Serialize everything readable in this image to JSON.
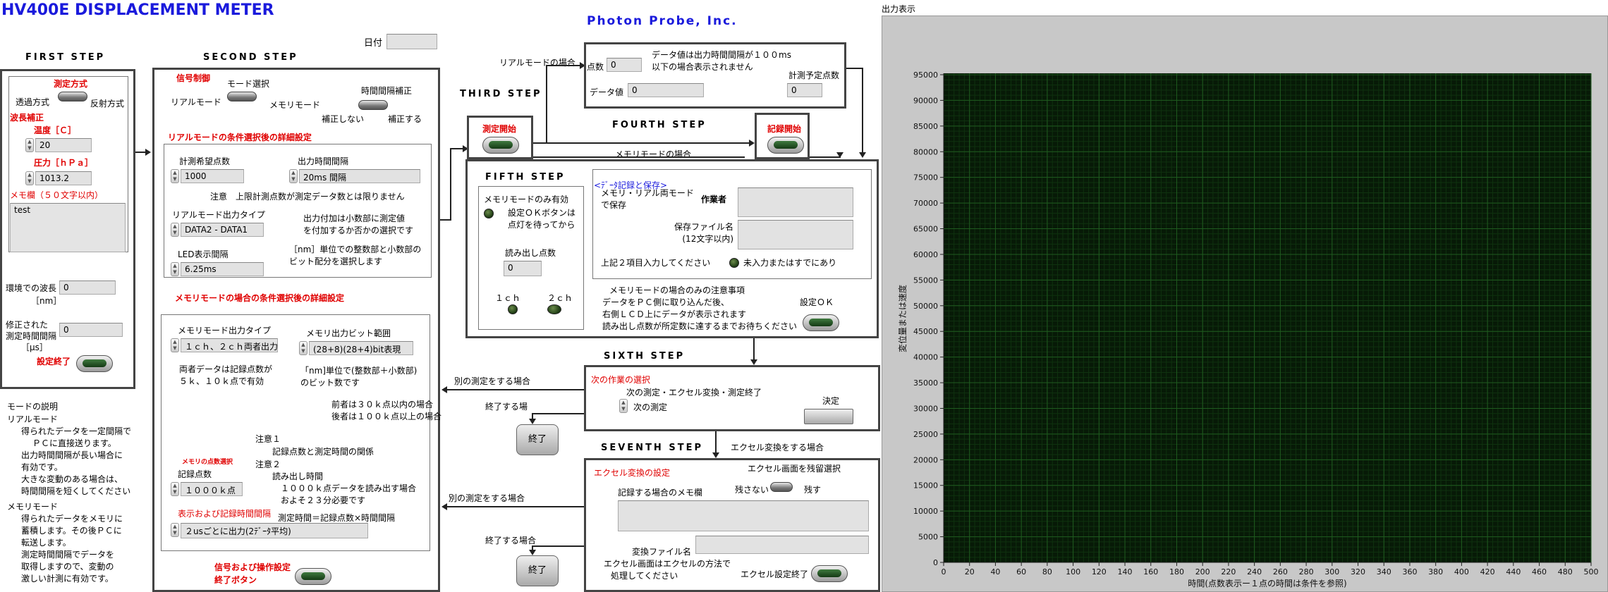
{
  "header": {
    "title": "HV400E  DISPLACEMENT METER",
    "company": "Photon  Probe,  Inc.",
    "date_label": "日付",
    "date_value": "",
    "output_label": "出力表示"
  },
  "colors": {
    "title_blue": "#1a1adc",
    "red": "#e00000",
    "plot_bg": "#071a07",
    "grid": "#1f5a1f"
  },
  "step1": {
    "heading": "FIRST  STEP",
    "method_title": "測定方式",
    "transmission": "透過方式",
    "reflection": "反射方式",
    "wavelength_correction": "波長補正",
    "temp_label": "温度［Ｃ］",
    "temp_value": "20",
    "pressure_label": "圧力［ｈＰａ］",
    "pressure_value": "1013.2",
    "memo_label": "メモ欄（５０文字以内）",
    "memo_value": "test",
    "env_wavelength_label": "環境での波長",
    "env_wavelength_unit": "［nm］",
    "env_wavelength_value": "0",
    "corrected_label1": "修正された",
    "corrected_label2": "測定時間間隔",
    "corrected_unit": "［μs］",
    "corrected_value": "0",
    "settings_done": "設定終了"
  },
  "mode_help": {
    "title": "モードの説明",
    "realmode": "リアルモード",
    "real_lines": [
      "得られたデータを一定間隔で",
      "ＰＣに直接送ります。",
      "出力時間間隔が長い場合に",
      "有効です。",
      "大きな変動のある場合は、",
      "時間間隔を短くしてください"
    ],
    "memorymode": "メモリモード",
    "mem_lines": [
      "得られたデータをメモリに",
      "蓄積します。その後ＰＣに",
      "転送します。",
      "測定時間間隔でデータを",
      "取得しますので、変動の",
      "激しい計測に有効です。"
    ]
  },
  "step2": {
    "heading": "SECOND  STEP",
    "signal_control": "信号制御",
    "mode_select": "モード選択",
    "realmode": "リアルモード",
    "memorymode": "メモリモード",
    "interval_correction": "時間間隔補正",
    "no_correction": "補正しない",
    "correction": "補正する",
    "real_detail_title": "リアルモードの条件選択後の詳細設定",
    "desired_points_label": "計測希望点数",
    "desired_points_value": "1000",
    "output_interval_label": "出力時間間隔",
    "output_interval_value": "20ms 間隔",
    "note": "注意　上限計測点数が測定データ数とは限りません",
    "real_output_type_label": "リアルモード出力タイプ",
    "real_output_type_value": "DATA2 - DATA1",
    "decimal_note": [
      "出力付加は小数部に測定値",
      "を付加するか否かの選択です"
    ],
    "led_interval_label": "LED表示間隔",
    "led_interval_value": "6.25ms",
    "nm_note": [
      "［nm］単位での整数部と小数部の",
      "ビット配分を選択します"
    ],
    "mem_detail_title": "メモリモードの場合の条件選択後の詳細設定",
    "mem_output_type_label": "メモリモード出力タイプ",
    "mem_output_type_value": "１ｃｈ、２ｃｈ両者出力",
    "mem_bit_range_label": "メモリ出力ビット範囲",
    "mem_bit_range_value": "(28+8)(28+4)bit表現",
    "both_note": [
      "両者データは記録点数が",
      "５ｋ、１０ｋ点で有効"
    ],
    "nm_bits_note": [
      "「nm]単位で(整数部＋小数部)",
      "のビット数です"
    ],
    "range_note": [
      "前者は３０ｋ点以内の場合",
      "後者は１００ｋ点以上の場合"
    ],
    "note1_title": "注意１",
    "note1_text": "記録点数と測定時間の関係",
    "note2_title": "注意２",
    "note2_lines": [
      "読み出し時間",
      "　１０００ｋ点データを読み出す場合",
      "　およそ２３分必要です"
    ],
    "mem_points_select": "メモリの点数選択",
    "record_points_label": "記録点数",
    "record_points_value": "１０００ｋ点",
    "display_interval_title": "表示および記録時間間隔",
    "measure_time_formula": "測定時間＝記録点数×時間間隔",
    "display_interval_value": "２usごとに出力(2ﾃﾞｰﾀ平均)",
    "signal_end_label1": "信号および操作設定",
    "signal_end_label2": "終了ボタン"
  },
  "step3": {
    "heading": "THIRD  STEP",
    "start_measure": "測定開始",
    "realmode_case": "リアルモードの場合",
    "points_label": "点数",
    "points_value": "0",
    "data_note": [
      "データ値は出力時間間隔が１００ms",
      "以下の場合表示されません"
    ],
    "planned_points_label": "計測予定点数",
    "planned_points_value": "0",
    "data_value_label": "データ値",
    "data_value": "0"
  },
  "step4": {
    "heading": "FOURTH  STEP",
    "start_record": "記録開始",
    "memorymode_case": "メモリモードの場合"
  },
  "step5": {
    "heading": "FIFTH  STEP",
    "memory_only": "メモリモードのみ有効",
    "ok_wait": [
      "設定ＯＫボタンは",
      "点灯を待ってから"
    ],
    "read_points_label": "読み出し点数",
    "read_points_value": "0",
    "ch1": "１ｃｈ",
    "ch2": "２ｃｈ",
    "data_save_title": "<ﾃﾞｰﾀ記録と保存>",
    "both_mode_save": [
      "メモリ・リアル両モード",
      "で保存"
    ],
    "operator_label": "作業者",
    "operator_value": "",
    "filename_label": [
      "保存ファイル名",
      "(12文字以内)"
    ],
    "filename_value": "",
    "input_two": "上記２項目入力してください",
    "not_entered": "未入力またはすでにあり",
    "memory_caution": [
      "メモリモードの場合のみの注意事項",
      "データをＰＣ側に取り込んだ後、",
      "右側ＬＣＤ上にデータが表示されます",
      "読み出し点数が所定数に達するまでお待ちください"
    ],
    "setting_ok": "設定ＯＫ"
  },
  "step6": {
    "heading": "SIXTH  STEP",
    "next_op_title": "次の作業の選択",
    "next_op_options": "次の測定・エクセル変換・測定終了",
    "next_op_value": "次の測定",
    "decide": "決定",
    "other_measure": "別の測定をする場合",
    "end_case": "終了する場",
    "end_button": "終了"
  },
  "step7": {
    "heading": "SEVENTH  STEP",
    "excel_case": "エクセル変換をする場合",
    "excel_title": "エクセル変換の設定",
    "excel_screen_select": "エクセル画面を残留選択",
    "memo_label": "記録する場合のメモ欄",
    "not_keep": "残さない",
    "keep": "残す",
    "memo_value": "",
    "convert_filename_label": "変換ファイル名",
    "convert_filename_value": "",
    "excel_note": [
      "エクセル画面はエクセルの方法で",
      "処理してください"
    ],
    "excel_done": "エクセル設定終了",
    "other_measure": "別の測定をする場合",
    "end_case": "終了する場合",
    "end_button": "終了"
  },
  "chart_data": {
    "type": "line",
    "title": "",
    "xlabel": "時間(点数表示ー１点の時間は条件を参照)",
    "ylabel": "変位量または速度",
    "xlim": [
      0,
      500
    ],
    "ylim": [
      0,
      95000
    ],
    "x_ticks": [
      0,
      20,
      40,
      60,
      80,
      100,
      120,
      140,
      160,
      180,
      200,
      220,
      240,
      260,
      280,
      300,
      320,
      340,
      360,
      380,
      400,
      420,
      440,
      460,
      480,
      500
    ],
    "y_ticks": [
      0,
      5000,
      10000,
      15000,
      20000,
      25000,
      30000,
      35000,
      40000,
      45000,
      50000,
      55000,
      60000,
      65000,
      70000,
      75000,
      80000,
      85000,
      90000,
      95000
    ],
    "series": [],
    "grid": true
  }
}
